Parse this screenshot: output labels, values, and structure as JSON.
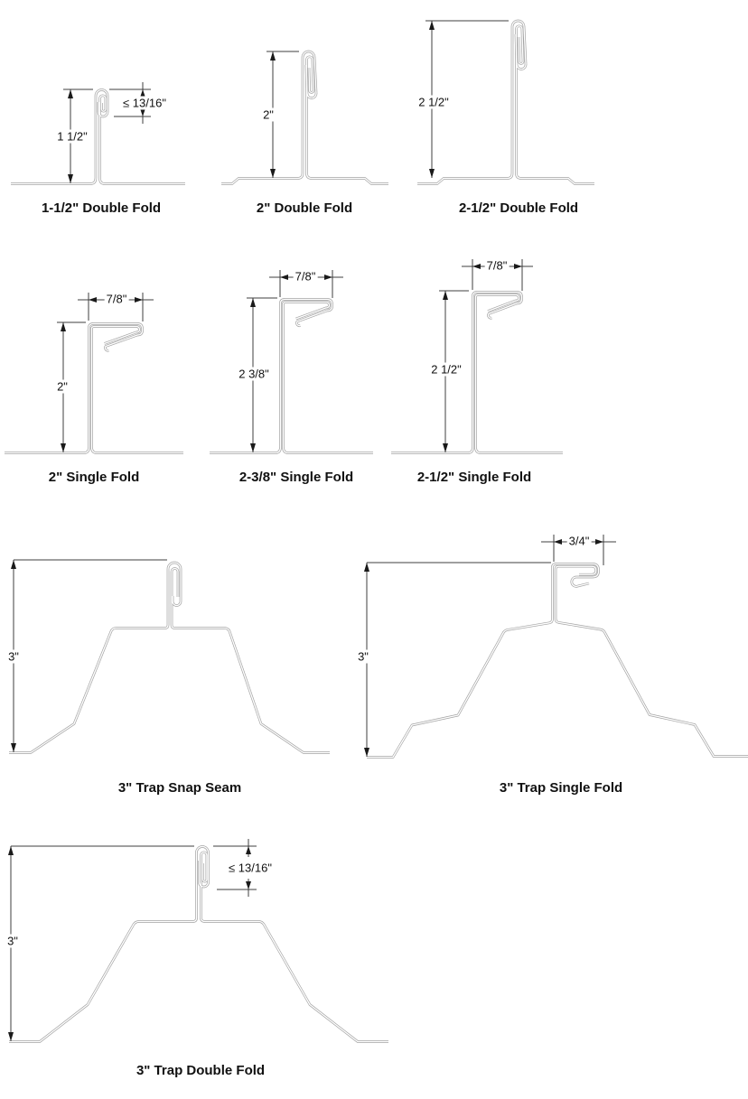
{
  "colors": {
    "metal_line": "#a3a3a3",
    "dimension_line": "#3f3f3f",
    "arrow": "#1a1a1a",
    "text": "#111111",
    "background": "#ffffff"
  },
  "profiles": [
    {
      "caption": "1-1/2\" Double Fold",
      "dims": {
        "height": "1 1/2\"",
        "fold_height": "≤ 13/16\""
      }
    },
    {
      "caption": "2\" Double Fold",
      "dims": {
        "height": "2\""
      }
    },
    {
      "caption": "2-1/2\" Double Fold",
      "dims": {
        "height": "2 1/2\""
      }
    },
    {
      "caption": "2\" Single Fold",
      "dims": {
        "height": "2\"",
        "cap_width": "7/8\""
      }
    },
    {
      "caption": "2-3/8\" Single Fold",
      "dims": {
        "height": "2 3/8\"",
        "cap_width": "7/8\""
      }
    },
    {
      "caption": "2-1/2\" Single Fold",
      "dims": {
        "height": "2 1/2\"",
        "cap_width": "7/8\""
      }
    },
    {
      "caption": "3\" Trap Snap Seam",
      "dims": {
        "height": "3\""
      }
    },
    {
      "caption": "3\" Trap Single Fold",
      "dims": {
        "height": "3\"",
        "cap_width": "3/4\""
      }
    },
    {
      "caption": "3\" Trap Double Fold",
      "dims": {
        "height": "3\"",
        "fold_height": "≤ 13/16\""
      }
    }
  ]
}
